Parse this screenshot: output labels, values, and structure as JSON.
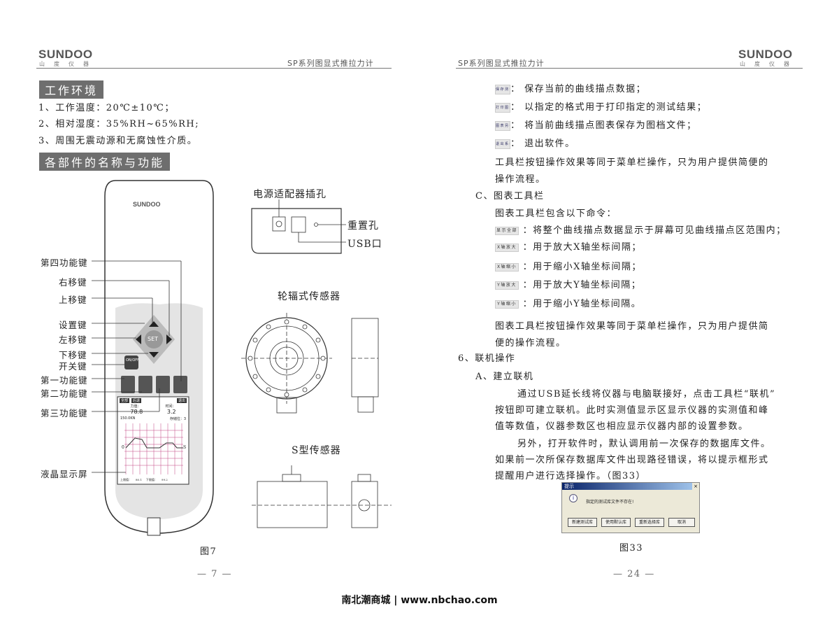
{
  "header": {
    "logo": "SUNDOO",
    "logo_sub": "山度仪器",
    "left_title": "SP系列图显式推拉力计",
    "right_title": "SP系列图显式推拉力计"
  },
  "left": {
    "section1": "工作环境",
    "env": [
      "1、工作温度：20℃±10℃；",
      "2、相对湿度：35%RH~65%RH;",
      "3、周围无震动源和无腐蚀性介质。"
    ],
    "section2": "各部件的名称与功能",
    "device": {
      "brand": "SUNDOO",
      "labels": [
        "第四功能键",
        "右移键",
        "上移键",
        "设置键",
        "左移键",
        "下移键",
        "开关键",
        "第一功能键",
        "第二功能键",
        "第三功能键",
        "液晶显示屏"
      ],
      "set_key": "SET",
      "power_key": "ON/OFF",
      "screen": {
        "tabs": [
          "全部",
          "后退",
          "退出"
        ],
        "force_label": "力值：",
        "time_label": "时间：",
        "force": "78.8",
        "time": "3.2",
        "range": "150.0KN",
        "store": "存储位：3",
        "origin": "0",
        "s_axis": "S",
        "peak_up": "上限值：",
        "peak_up_val": "80.1",
        "peak_dn": "下限值：",
        "peak_dn_val": "99.2"
      }
    },
    "connector": {
      "title": "电源适配器插孔",
      "reset": "重置孔",
      "usb": "USB口"
    },
    "wheel_sensor": "轮辐式传感器",
    "s_sensor": "S型传感器",
    "caption": "图7",
    "page": "— 7 —"
  },
  "right": {
    "toolbar_items": [
      {
        "icon": "保存测试",
        "text": "保存当前的曲线描点数据；"
      },
      {
        "icon": "打印图表",
        "text": "以指定的格式用于打印指定的测试结果；"
      },
      {
        "icon": "图表另存",
        "text": "将当前曲线描点图表保存为图档文件；"
      },
      {
        "icon": "退出系统",
        "text": "退出软件。"
      }
    ],
    "toolbar_note": [
      "工具栏按钮操作效果等同于菜单栏操作，只为用户提供简便的",
      "操作流程。"
    ],
    "c_title": "C、图表工具栏",
    "c_intro": "图表工具栏包含以下命令：",
    "chart_items": [
      {
        "icon": "显示全部",
        "text": "：将整个曲线描点数据显示于屏幕可见曲线描点区范围内；"
      },
      {
        "icon": "X轴放大",
        "text": "：用于放大X轴坐标间隔；"
      },
      {
        "icon": "X轴缩小",
        "text": "：用于缩小X轴坐标间隔；"
      },
      {
        "icon": "Y轴放大",
        "text": "：用于放大Y轴坐标间隔；"
      },
      {
        "icon": "Y轴缩小",
        "text": "：用于缩小Y轴坐标间隔。"
      }
    ],
    "chart_note": [
      "图表工具栏按钮操作效果等同于菜单栏操作，只为用户提供简",
      "便的操作流程。"
    ],
    "s6": "6、联机操作",
    "a_title": "A、建立联机",
    "a_para": [
      "通过USB延长线将仪器与电脑联接好，点击工具栏“联机”",
      "按钮即可建立联机。此时实测值显示区显示仪器的实测值和峰",
      "值等数值，仪器参数区也相应显示仪器内部的设置参数。",
      "另外，打开软件时，默认调用前一次保存的数据库文件。",
      "如果前一次所保存数据库文件出现路径错误，将以提示框形式",
      "提醒用户进行选择操作。（图33）"
    ],
    "dialog": {
      "title": "提示",
      "close": "×",
      "message": "指定的测试库文件不存在!",
      "buttons": [
        "新建测试库",
        "使用默认库",
        "重新选择库",
        "取消"
      ]
    },
    "caption": "图33",
    "page": "— 24 —"
  },
  "footer": "南北潮商城 | www.nbchao.com"
}
